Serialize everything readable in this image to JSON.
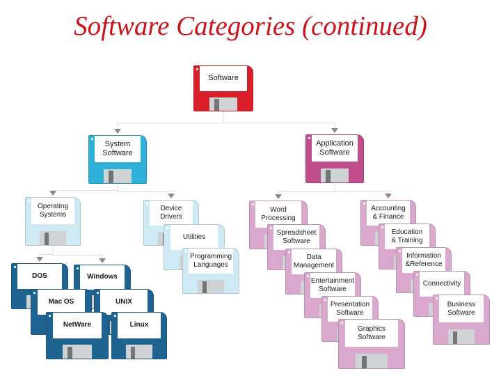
{
  "title": "Software Categories (continued)",
  "colors": {
    "title": "#c8151c",
    "root": "#d9202a",
    "system": "#2fb0d8",
    "application": "#c04d8c",
    "os_group": "#cfeaf5",
    "os_names": "#1f6490",
    "app_group": "#d9a8cc"
  },
  "nodes": [
    {
      "id": "software",
      "label": "Software"
    },
    {
      "id": "system-software",
      "label": "System\nSoftware"
    },
    {
      "id": "application-software",
      "label": "Application\nSoftware"
    },
    {
      "id": "operating-systems",
      "label": "Operating\nSystems"
    },
    {
      "id": "device-drivers",
      "label": "Device\nDrivers"
    },
    {
      "id": "utilities",
      "label": "Utilities"
    },
    {
      "id": "programming-languages",
      "label": "Programming\nLanguages"
    },
    {
      "id": "dos",
      "label": "DOS"
    },
    {
      "id": "windows",
      "label": "Windows"
    },
    {
      "id": "mac-os",
      "label": "Mac OS"
    },
    {
      "id": "unix",
      "label": "UNIX"
    },
    {
      "id": "netware",
      "label": "NetWare"
    },
    {
      "id": "linux",
      "label": "Linux"
    },
    {
      "id": "word-processing",
      "label": "Word\nProcessing"
    },
    {
      "id": "spreadsheet-software",
      "label": "Spreadsheet\nSoftware"
    },
    {
      "id": "data-management",
      "label": "Data\nManagement"
    },
    {
      "id": "entertainment-software",
      "label": "Entertainment\nSoftware"
    },
    {
      "id": "presentation-software",
      "label": "Presentation\nSoftware"
    },
    {
      "id": "graphics-software",
      "label": "Graphics\nSoftware"
    },
    {
      "id": "accounting-finance",
      "label": "Accounting\n& Finance"
    },
    {
      "id": "education-training",
      "label": "Education\n& Training"
    },
    {
      "id": "information-reference",
      "label": "Information\n&Reference"
    },
    {
      "id": "connectivity",
      "label": "Connectivity"
    },
    {
      "id": "business-software",
      "label": "Business\nSoftware"
    }
  ],
  "edges": [
    [
      "software",
      "system-software"
    ],
    [
      "software",
      "application-software"
    ],
    [
      "system-software",
      "operating-systems"
    ],
    [
      "system-software",
      "device-drivers"
    ],
    [
      "operating-systems",
      "dos"
    ],
    [
      "operating-systems",
      "windows"
    ],
    [
      "application-software",
      "word-processing"
    ],
    [
      "application-software",
      "accounting-finance"
    ]
  ]
}
